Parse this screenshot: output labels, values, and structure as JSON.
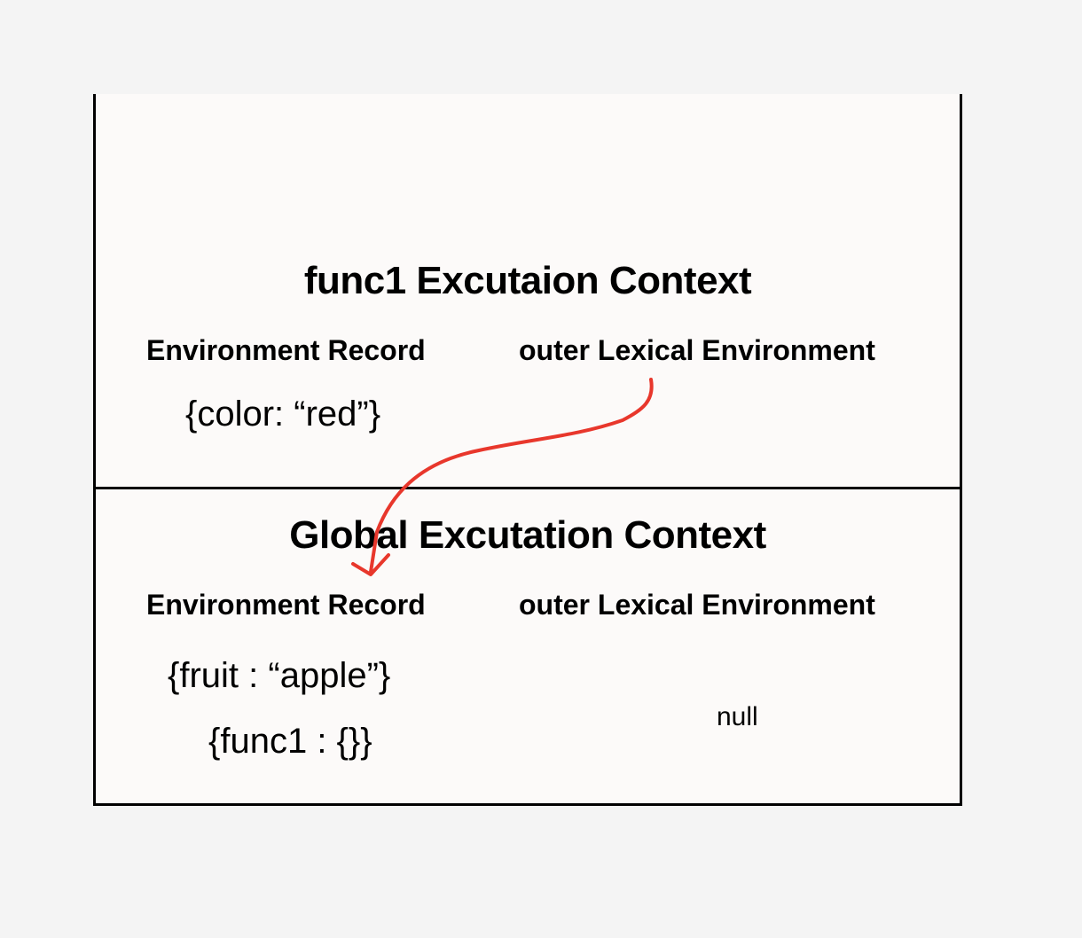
{
  "func1_context": {
    "title": "func1 Excutaion Context",
    "environment_record": {
      "header": "Environment Record",
      "values": [
        "{color: “red”}"
      ]
    },
    "outer_lexical_environment": {
      "header": "outer Lexical Environment"
    }
  },
  "global_context": {
    "title": "Global Excutation Context",
    "environment_record": {
      "header": "Environment Record",
      "values": [
        "{fruit : “apple”}",
        "{func1 : {}}"
      ]
    },
    "outer_lexical_environment": {
      "header": "outer Lexical Environment",
      "value": "null"
    }
  },
  "colors": {
    "arrow": "#e8372c",
    "border": "#000000",
    "panel_background": "#fcfaf9",
    "page_background": "#f4f4f4"
  }
}
